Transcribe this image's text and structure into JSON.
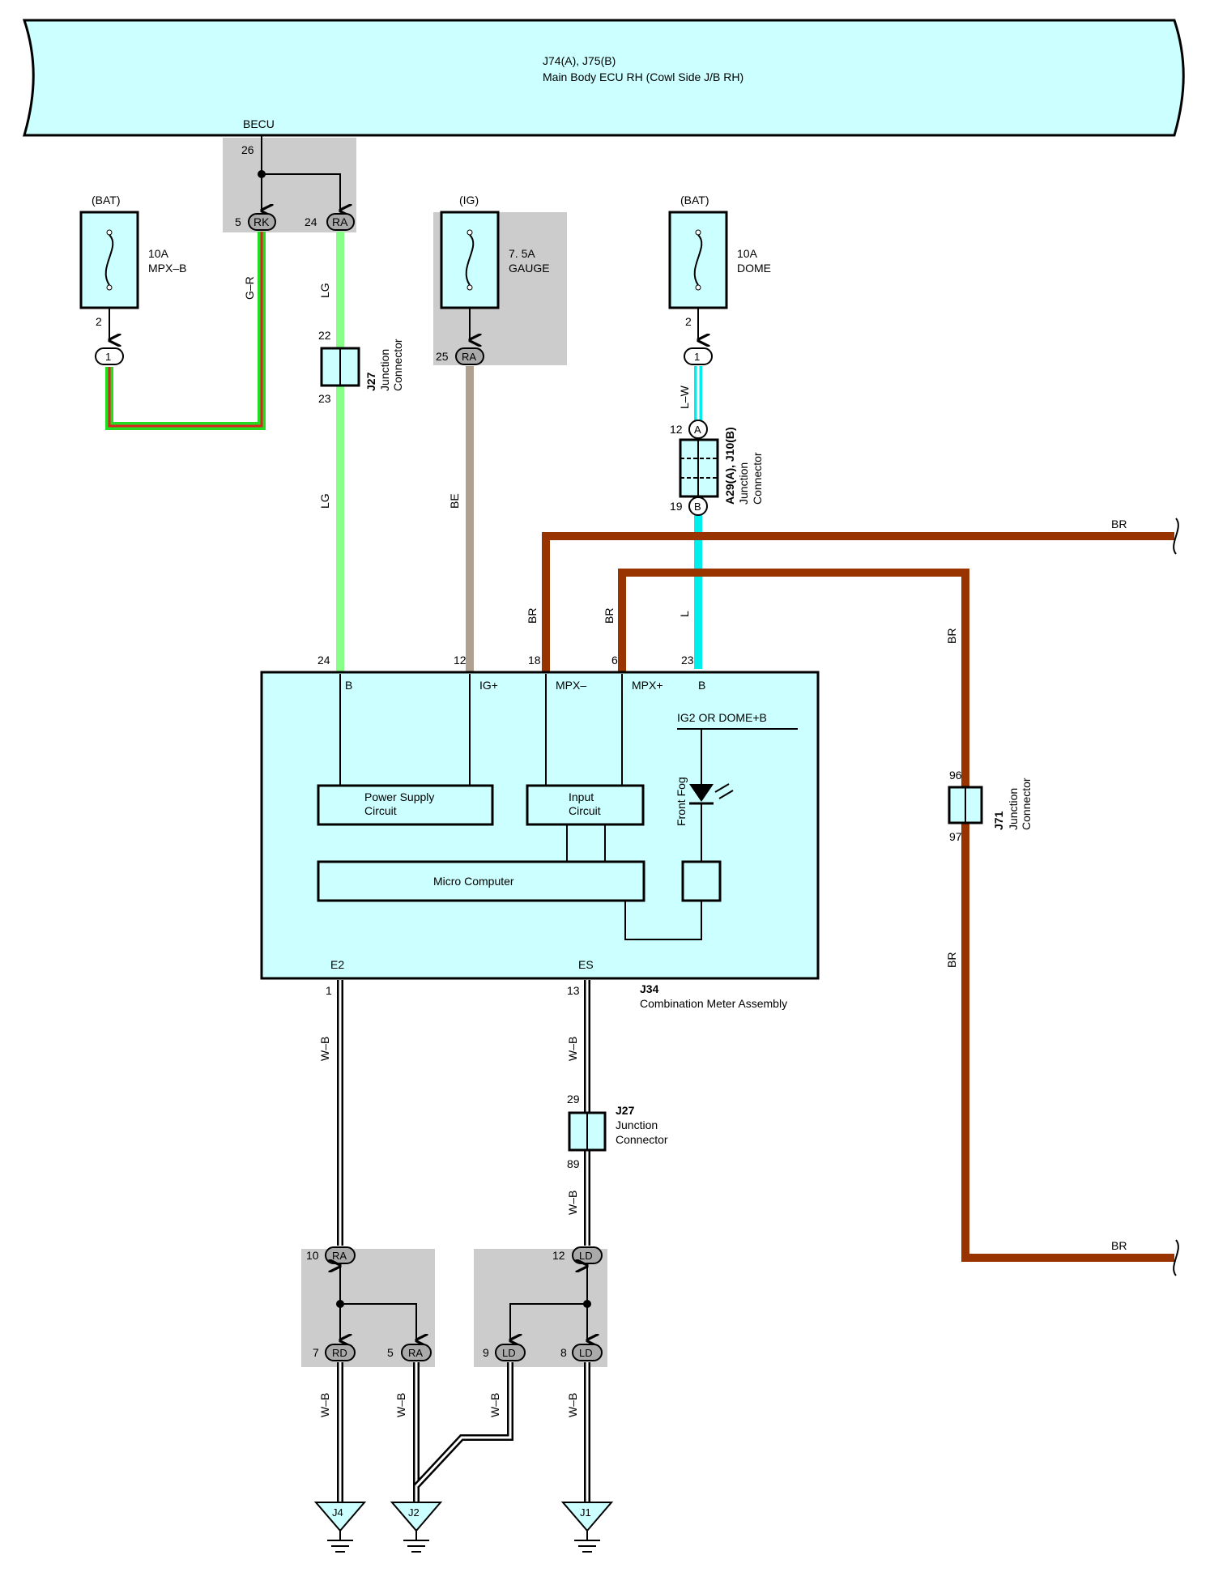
{
  "colors": {
    "ecu_fill": "#ccffff",
    "connector_shade": "#cccccc",
    "LG": "#88ff88",
    "BE": "#b0a090",
    "L": "#00eeee",
    "BR": "#993300",
    "G": "#22dd22",
    "R": "#dd2222"
  },
  "ecu": {
    "title": "J74(A), J75(B)",
    "subtitle": "Main Body ECU RH (Cowl Side J/B RH)"
  },
  "becu": {
    "label": "BECU",
    "pin": "26",
    "terminals": [
      {
        "pin": "5",
        "code": "RK"
      },
      {
        "pin": "24",
        "code": "RA"
      }
    ]
  },
  "fuses": [
    {
      "source": "(BAT)",
      "amp": "10A",
      "name": "MPX–B",
      "pin": "2",
      "conn": "1"
    },
    {
      "source": "(IG)",
      "amp": "7. 5A",
      "name": "GAUGE",
      "pin": "25",
      "conn": "RA"
    },
    {
      "source": "(BAT)",
      "amp": "10A",
      "name": "DOME",
      "pin": "2",
      "conn": "1"
    }
  ],
  "wires": {
    "gr": "G–R",
    "lg": "LG",
    "be": "BE",
    "lw": "L–W",
    "l": "L",
    "br": "BR",
    "wb": "W–B"
  },
  "j27_top": {
    "id": "J27",
    "desc1": "Junction",
    "desc2": "Connector",
    "pin_in": "22",
    "pin_out": "23"
  },
  "a29": {
    "id": "A29(A), J10(B)",
    "desc1": "Junction",
    "desc2": "Connector",
    "pin_a": "12",
    "term_a": "A",
    "pin_b": "19",
    "term_b": "B"
  },
  "j71": {
    "id": "J71",
    "desc1": "Junction",
    "desc2": "Connector",
    "pin_in": "96",
    "pin_out": "97"
  },
  "meter": {
    "id": "J34",
    "title": "Combination Meter Assembly",
    "pins_top": [
      {
        "pin": "24",
        "name": "B"
      },
      {
        "pin": "12",
        "name": "IG+"
      },
      {
        "pin": "18",
        "name": "MPX–"
      },
      {
        "pin": "6",
        "name": "MPX+"
      },
      {
        "pin": "23",
        "name": "B"
      }
    ],
    "pins_bottom": [
      {
        "pin": "1",
        "name": "E2"
      },
      {
        "pin": "13",
        "name": "ES"
      }
    ],
    "power_supply": [
      "Power Supply",
      "Circuit"
    ],
    "input_circuit": [
      "Input",
      "Circuit"
    ],
    "micro": "Micro Computer",
    "ig2_dome": "IG2 OR DOME+B",
    "front_fog": "Front Fog"
  },
  "j27_bottom": {
    "id": "J27",
    "desc1": "Junction",
    "desc2": "Connector",
    "pin_in": "29",
    "pin_out": "89"
  },
  "ground_connectors": {
    "ra_in": {
      "pin": "10",
      "code": "RA"
    },
    "rd_out": {
      "pin": "7",
      "code": "RD"
    },
    "ra_out": {
      "pin": "5",
      "code": "RA"
    },
    "ld_in": {
      "pin": "12",
      "code": "LD"
    },
    "ld_out1": {
      "pin": "9",
      "code": "LD"
    },
    "ld_out2": {
      "pin": "8",
      "code": "LD"
    }
  },
  "grounds": [
    "J4",
    "J2",
    "J1"
  ]
}
